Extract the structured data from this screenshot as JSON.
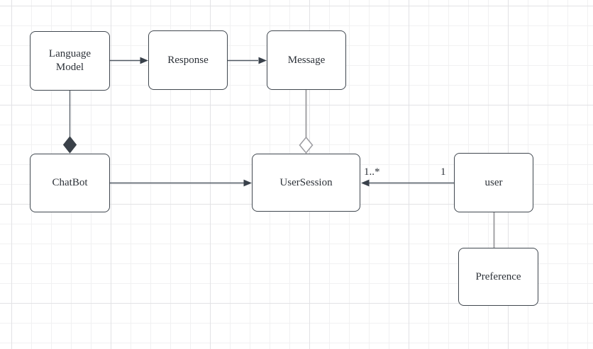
{
  "diagram": {
    "nodes": [
      {
        "label": "Language Model"
      },
      {
        "label": "Response"
      },
      {
        "label": "Message"
      },
      {
        "label": "ChatBot"
      },
      {
        "label": "UserSession"
      },
      {
        "label": "user"
      },
      {
        "label": "Preference"
      }
    ],
    "edges": {
      "user_usersession": {
        "source_multiplicity": "1",
        "target_multiplicity": "1..*"
      }
    },
    "colors": {
      "background": "#ffffff",
      "grid_minor": "#f1f1f2",
      "grid_major": "#e2e2e5",
      "node_fill": "#ffffff",
      "node_border": "#40474f",
      "text": "#2c3138",
      "connector_dark": "#4f5761",
      "arrowhead_fill": "#39414b",
      "connector_light": "#a3a3a6",
      "composition_diamond_fill": "#3a4149"
    }
  }
}
